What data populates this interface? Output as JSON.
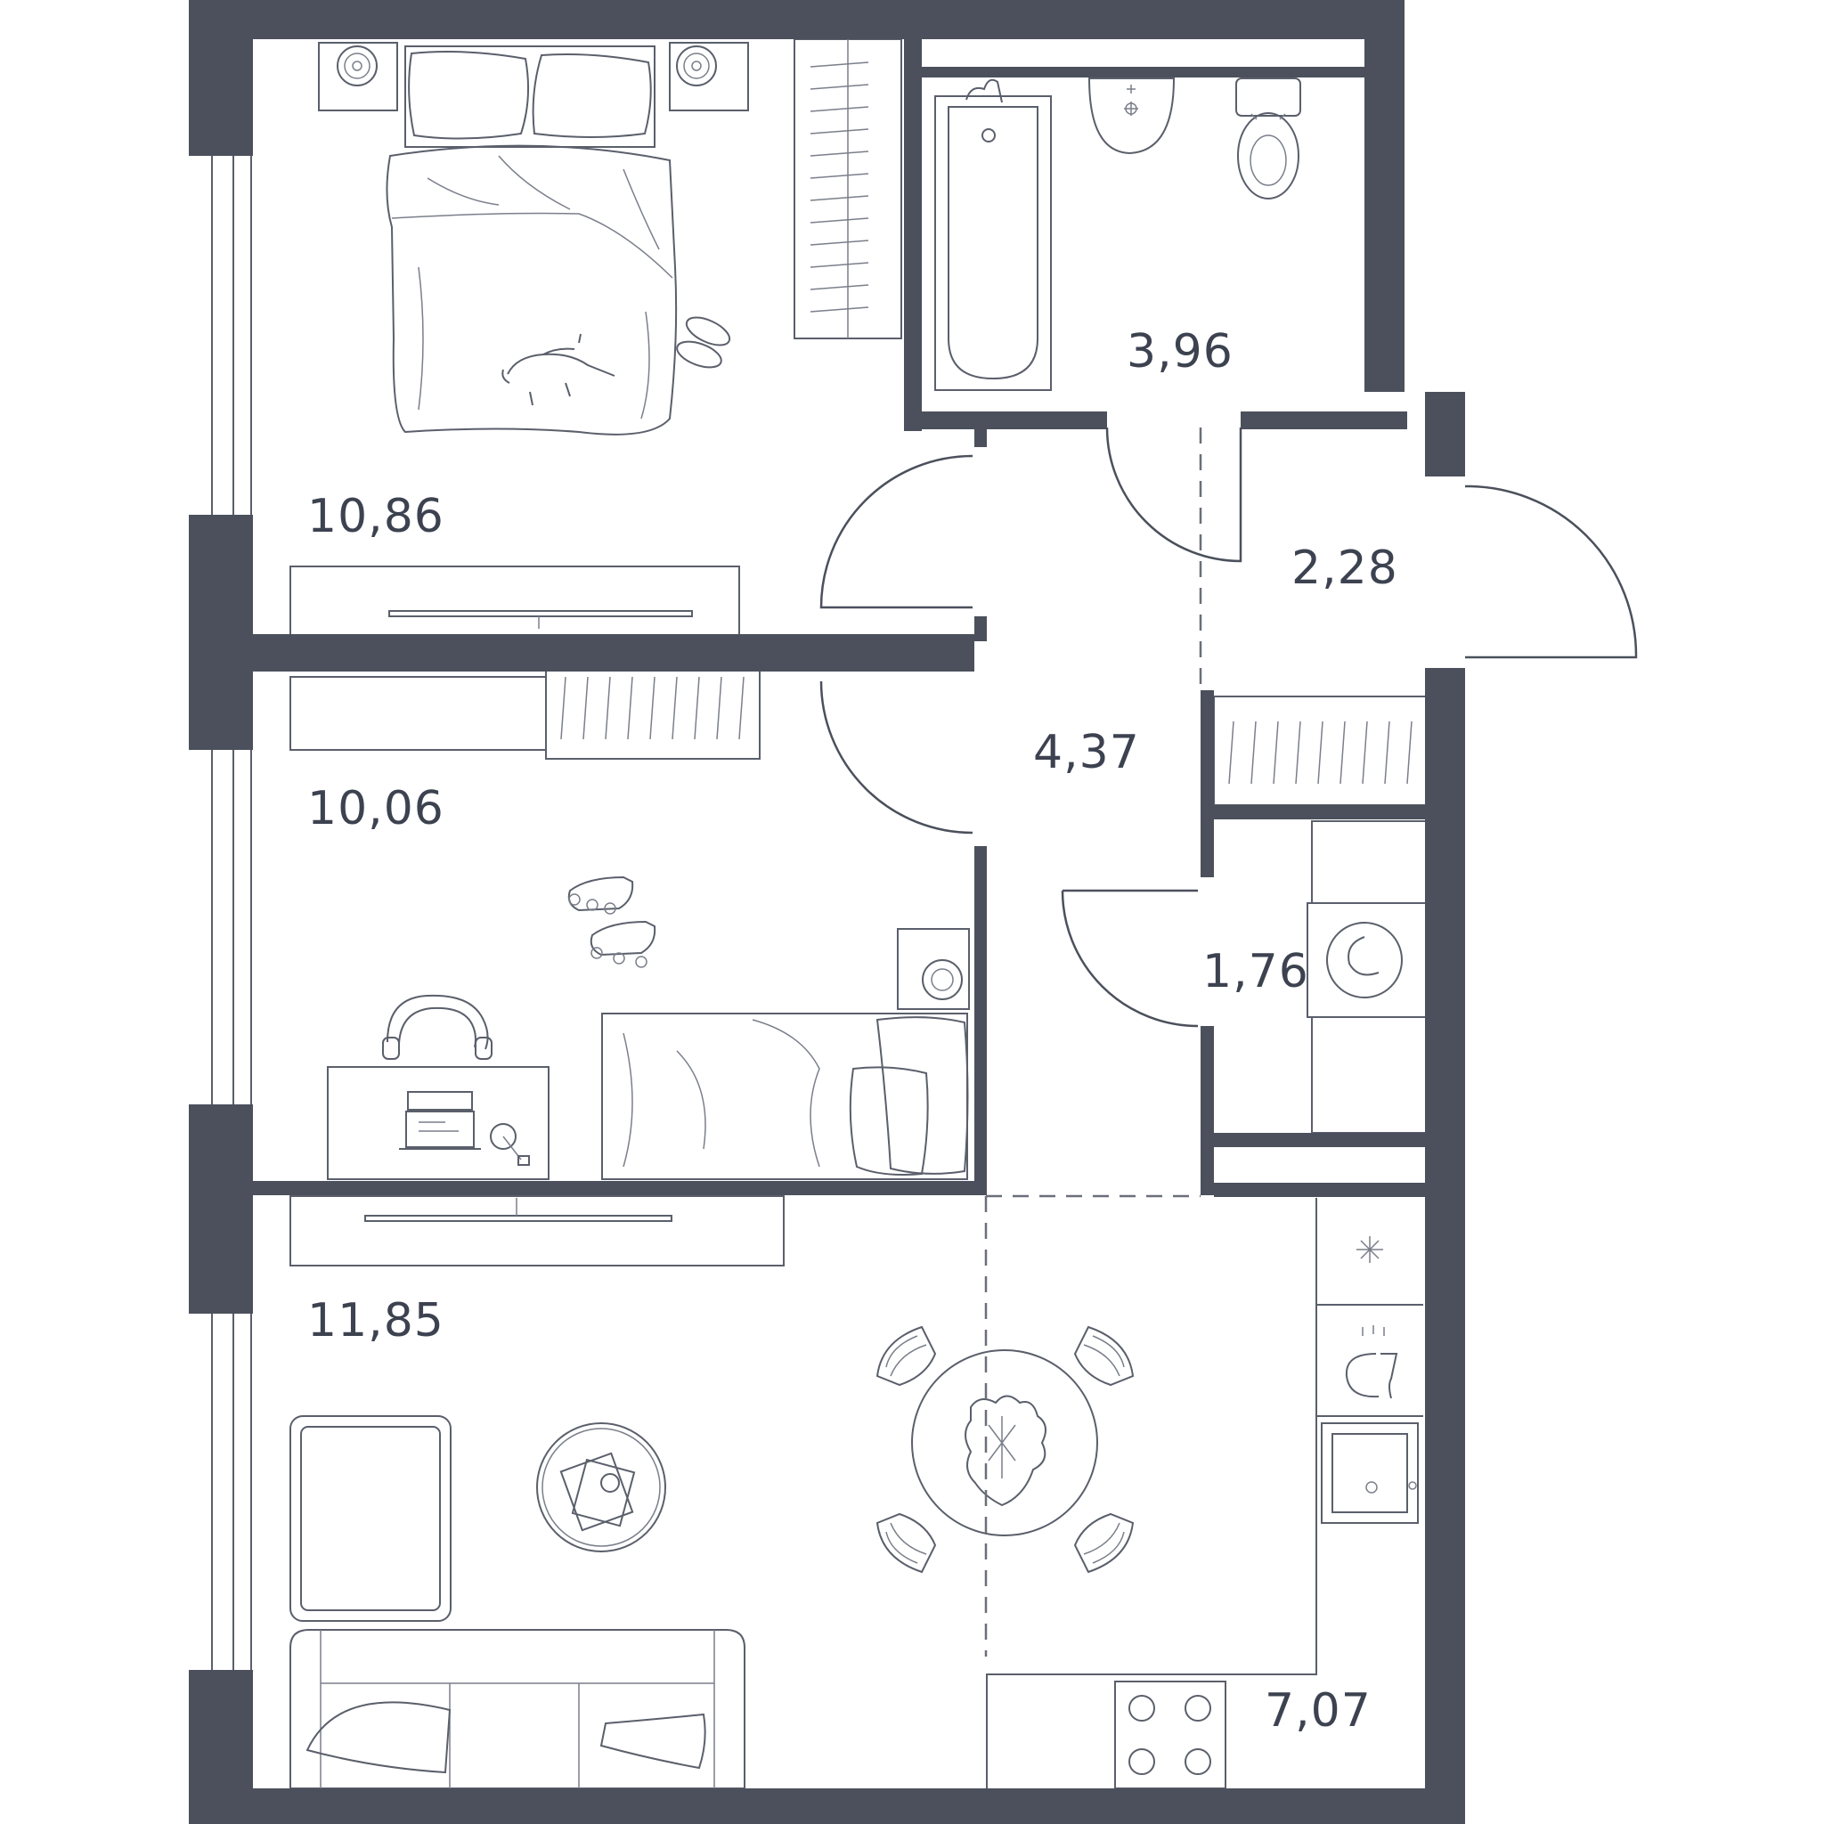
{
  "plan": {
    "wall_color": "#4b505c",
    "rooms": [
      {
        "id": "bedroom-1",
        "area": "10,86"
      },
      {
        "id": "bathroom",
        "area": "3,96"
      },
      {
        "id": "hallway-entry",
        "area": "2,28"
      },
      {
        "id": "corridor",
        "area": "4,37"
      },
      {
        "id": "bedroom-2",
        "area": "10,06"
      },
      {
        "id": "laundry",
        "area": "1,76"
      },
      {
        "id": "living-room",
        "area": "11,85"
      },
      {
        "id": "kitchen",
        "area": "7,07"
      }
    ]
  }
}
